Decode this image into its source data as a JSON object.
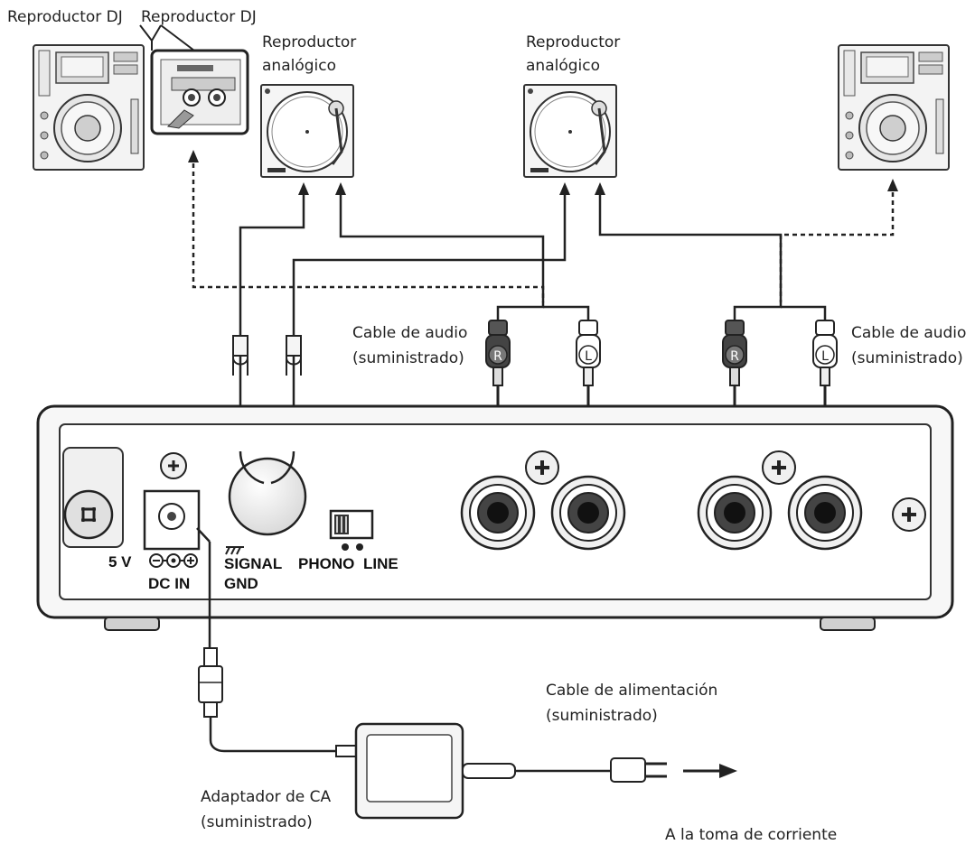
{
  "labels": {
    "dj_player_1": "Reproductor DJ",
    "dj_player_2": "Reproductor DJ",
    "analog_player_left_line1": "Reproductor",
    "analog_player_left_line2": "analógico",
    "analog_player_right_line1": "Reproductor",
    "analog_player_right_line2": "analógico",
    "audio_cable_left_line1": "Cable de audio",
    "audio_cable_left_line2": "(suministrado)",
    "audio_cable_right_line1": "Cable de audio",
    "audio_cable_right_line2": "(suministrado)",
    "power_cable_line1": "Cable de alimentación",
    "power_cable_line2": "(suministrado)",
    "ac_adapter_line1": "Adaptador de CA",
    "ac_adapter_line2": "(suministrado)",
    "outlet": "A la toma de corriente"
  },
  "panel": {
    "voltage": "5 V",
    "dc_in": "DC IN",
    "signal": "SIGNAL",
    "gnd": "GND",
    "phono": "PHONO",
    "line": "LINE"
  },
  "plugs": {
    "left_r": "R",
    "left_l": "L",
    "right_r": "R",
    "right_l": "L"
  }
}
